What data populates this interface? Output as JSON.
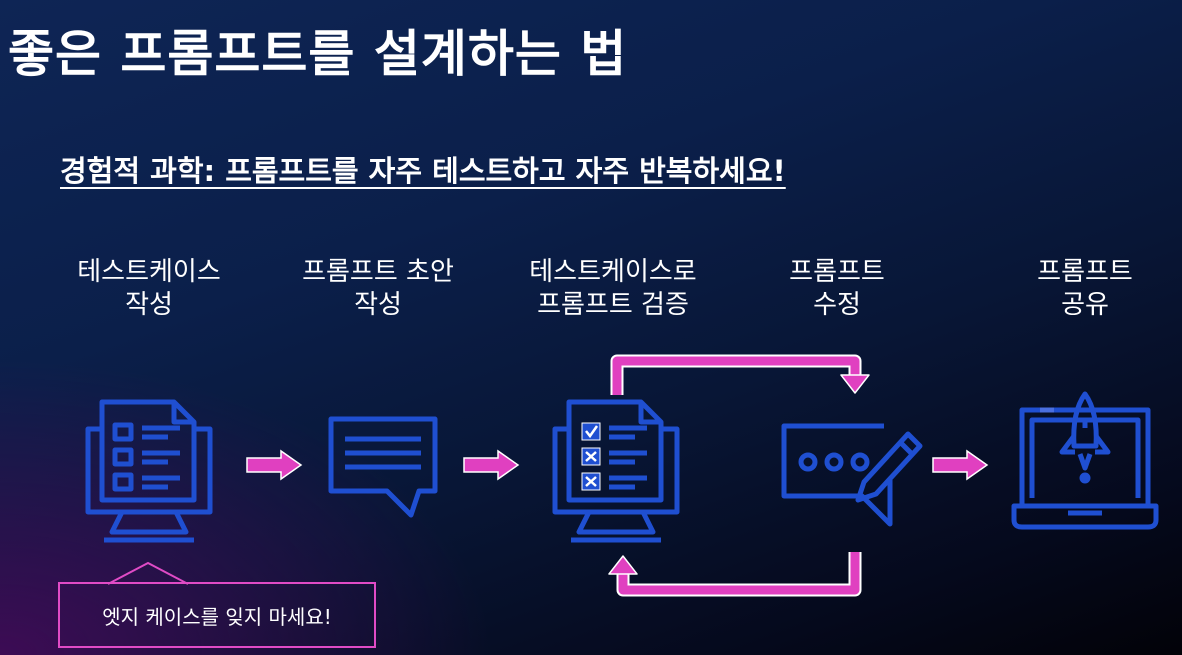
{
  "title": "좋은 프롬프트를 설계하는 법",
  "subtitle": "경험적 과학: 프롬프트를 자주 테스트하고 자주 반복하세요!",
  "steps": [
    {
      "line1": "테스트케이스",
      "line2": "작성",
      "icon": "monitor-checklist-icon"
    },
    {
      "line1": "프롬프트 초안",
      "line2": "작성",
      "icon": "speech-bubble-icon"
    },
    {
      "line1": "테스트케이스로",
      "line2": "프롬프트 검증",
      "icon": "monitor-checked-list-icon"
    },
    {
      "line1": "프롬프트",
      "line2": "수정",
      "icon": "edit-message-icon"
    },
    {
      "line1": "프롬프트",
      "line2": "공유",
      "icon": "laptop-rocket-icon"
    }
  ],
  "callout": {
    "text": "엣지 케이스를 잊지 마세요!"
  },
  "colors": {
    "icon": "#1f4fd1",
    "arrow": "#e040c0",
    "callout_border": "#e04bc6"
  }
}
